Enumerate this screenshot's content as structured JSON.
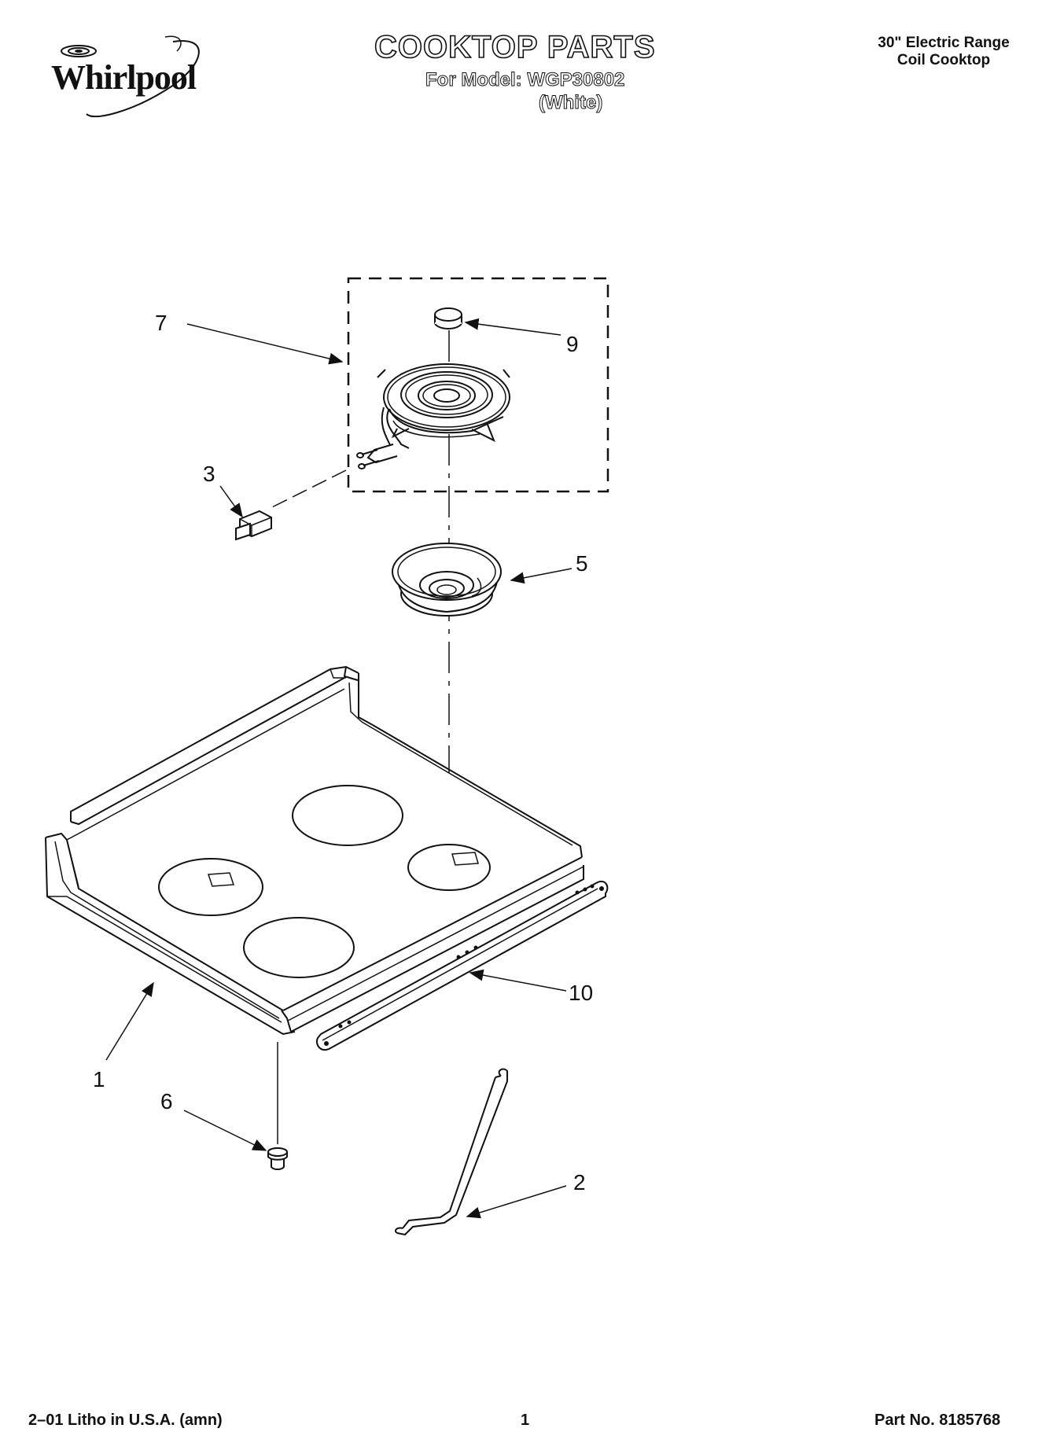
{
  "header": {
    "brand": "Whirlpool",
    "title": "COOKTOP PARTS",
    "model_line": "For Model: WGP30802",
    "color_line": "(White)",
    "product_line1": "30\" Electric Range",
    "product_line2": "Coil Cooktop"
  },
  "callouts": {
    "c1": "1",
    "c2": "2",
    "c3": "3",
    "c5": "5",
    "c6": "6",
    "c7": "7",
    "c9": "9",
    "c10": "10"
  },
  "footer": {
    "litho": "2–01 Litho in U.S.A. (amn)",
    "page": "1",
    "part_no": "Part No. 8185768"
  }
}
